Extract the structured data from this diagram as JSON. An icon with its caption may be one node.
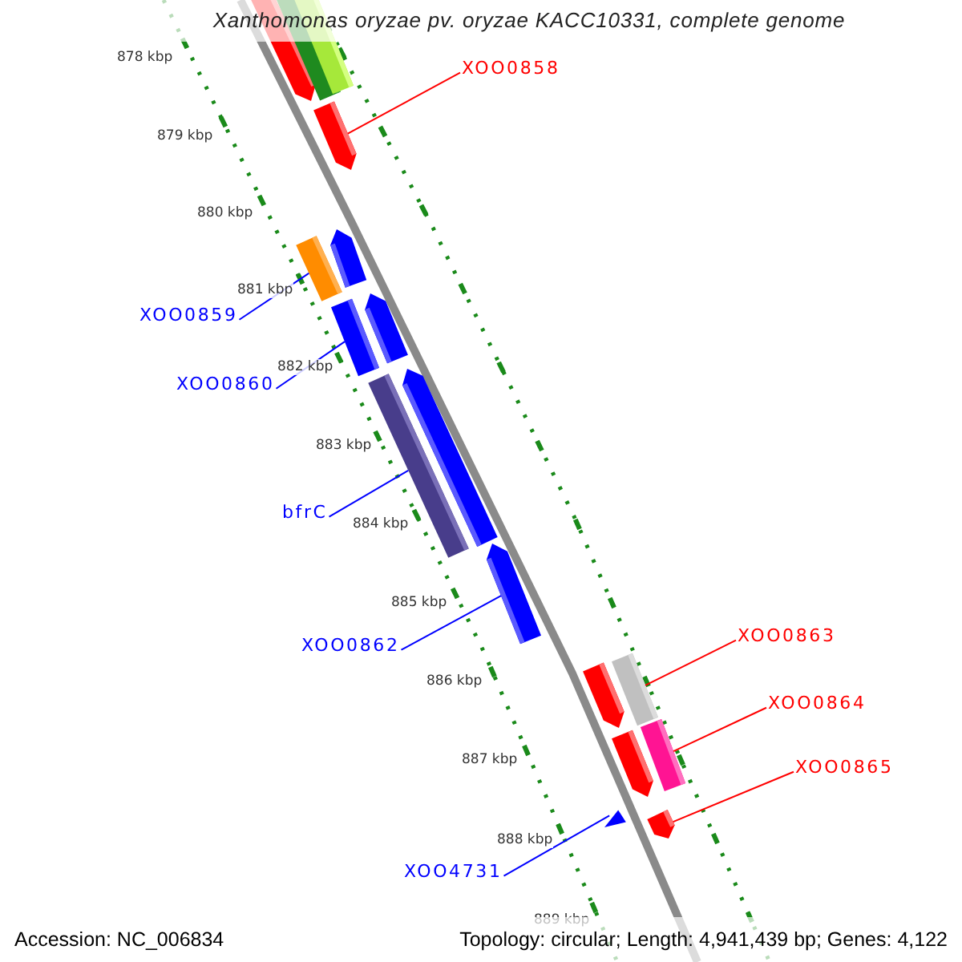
{
  "diagram": {
    "title": "Xanthomonas oryzae pv. oryzae KACC10331, complete genome",
    "nodes": [
      {
        "text": [
          "XOO0858"
        ]
      },
      {
        "text": [
          "XOO0859"
        ]
      },
      {
        "text": [
          "XOO0860"
        ]
      },
      {
        "text": [
          "bfrC"
        ]
      },
      {
        "text": [
          "XOO0862"
        ]
      },
      {
        "text": [
          "XOO0863"
        ]
      },
      {
        "text": [
          "XOO0864"
        ]
      },
      {
        "text": [
          "XOO0865"
        ]
      },
      {
        "text": [
          "XOO4731"
        ]
      },
      {
        "text": [],
        "shape": "arrow"
      },
      {
        "text": [],
        "shape": "bar"
      },
      {
        "text": [],
        "shape": "bar"
      },
      {
        "text": [],
        "shape": "arrow"
      },
      {
        "text": [],
        "shape": "bar"
      },
      {
        "text": [],
        "shape": "arrow"
      },
      {
        "text": [],
        "shape": "bar"
      },
      {
        "text": [],
        "shape": "arrow"
      },
      {
        "text": [],
        "shape": "bar"
      },
      {
        "text": [],
        "shape": "arrow"
      },
      {
        "text": [],
        "shape": "arrow"
      },
      {
        "text": [],
        "shape": "arrow"
      },
      {
        "text": [],
        "shape": "bar"
      },
      {
        "text": [],
        "shape": "arrow"
      },
      {
        "text": [],
        "shape": "bar"
      },
      {
        "text": [],
        "shape": "arrow"
      },
      {
        "text": [],
        "shape": "arrow"
      }
    ],
    "edges": [
      {
        "from": 0,
        "to": 12,
        "arrow": "none",
        "color": "#ff0000"
      },
      {
        "from": 1,
        "to": 13,
        "arrow": "none",
        "color": "#0000ff"
      },
      {
        "from": 2,
        "to": 15,
        "arrow": "none",
        "color": "#0000ff"
      },
      {
        "from": 3,
        "to": 17,
        "arrow": "none",
        "color": "#0000ff"
      },
      {
        "from": 4,
        "to": 19,
        "arrow": "none",
        "color": "#0000ff"
      },
      {
        "from": 5,
        "to": 21,
        "arrow": "none",
        "color": "#ff0000"
      },
      {
        "from": 6,
        "to": 23,
        "arrow": "none",
        "color": "#ff0000"
      },
      {
        "from": 7,
        "to": 25,
        "arrow": "none",
        "color": "#ff0000"
      },
      {
        "from": 8,
        "to": 24,
        "arrow": "none",
        "color": "#0000ff"
      }
    ],
    "labels": [
      "878 kbp",
      "879 kbp",
      "880 kbp",
      "881 kbp",
      "882 kbp",
      "883 kbp",
      "884 kbp",
      "885 kbp",
      "886 kbp",
      "887 kbp",
      "888 kbp",
      "889 kbp",
      "Accession: NC_006834",
      "Topology: circular; Length: 4,941,439 bp; Genes: 4,122"
    ]
  }
}
